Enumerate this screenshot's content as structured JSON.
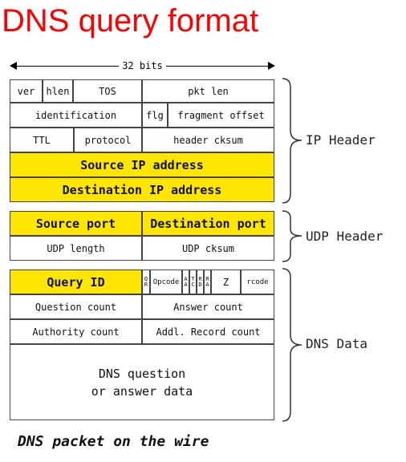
{
  "title": "DNS query format",
  "bits_label": "32 bits",
  "ip_header": {
    "ver": "ver",
    "hlen": "hlen",
    "tos": "TOS",
    "pkt_len": "pkt len",
    "identification": "identification",
    "flg": "flg",
    "fragment_offset": "fragment offset",
    "ttl": "TTL",
    "protocol": "protocol",
    "header_cksum": "header cksum",
    "source_ip": "Source IP address",
    "dest_ip": "Destination IP address"
  },
  "udp_header": {
    "source_port": "Source port",
    "dest_port": "Destination port",
    "udp_length": "UDP length",
    "udp_cksum": "UDP cksum"
  },
  "dns_data": {
    "query_id": "Query ID",
    "qr_1": "Q",
    "qr_2": "R",
    "opcode": "Opcode",
    "aa_1": "A",
    "aa_2": "A",
    "tc_1": "T",
    "tc_2": "C",
    "rd_1": "R",
    "rd_2": "D",
    "ra_1": "R",
    "ra_2": "A",
    "z": "Z",
    "rcode": "rcode",
    "question_count": "Question count",
    "answer_count": "Answer count",
    "authority_count": "Authority count",
    "addl_record_count": "Addl. Record count",
    "dns_question_1": "DNS question",
    "dns_question_2": "or answer data"
  },
  "braces": {
    "ip": "IP Header",
    "udp": "UDP Header",
    "dns": "DNS Data"
  },
  "caption": "DNS packet on the wire",
  "colors": {
    "title": "#ff0000",
    "highlight": "#ffe600"
  }
}
